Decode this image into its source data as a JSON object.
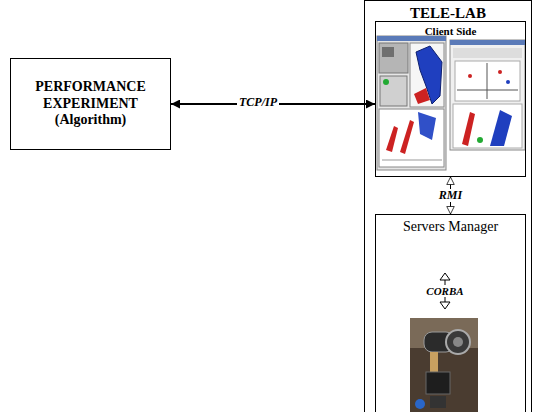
{
  "diagram": {
    "nodes": [
      {
        "text": [
          "PERFORMANCE EXPERIMENT (Algorithm)"
        ]
      },
      {
        "text": [
          "TELE-LAB"
        ]
      },
      {
        "text": [
          "Client Side"
        ],
        "in": 1
      },
      {
        "text": [
          "Servers Manager"
        ],
        "in": 1
      }
    ],
    "edges": [
      {
        "from": 0,
        "to": 2,
        "label": "TCP/IP",
        "arrow": "both"
      },
      {
        "from": 2,
        "to": 3,
        "label": "RMI",
        "arrow": "both"
      }
    ],
    "labels": [
      "CORBA"
    ]
  }
}
